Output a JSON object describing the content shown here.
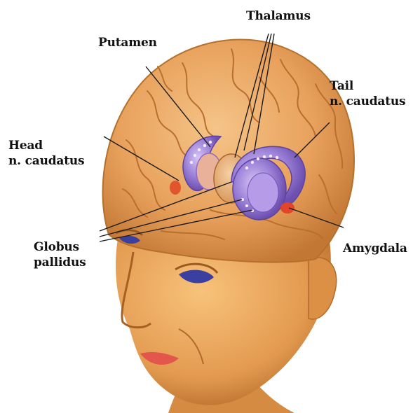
{
  "labels": {
    "thalamus": "Thalamus",
    "putamen": "Putamen",
    "tail": {
      "line1": "Tail",
      "line2": "n. caudatus"
    },
    "head": {
      "line1": "Head",
      "line2": "n. caudatus"
    },
    "globus": {
      "line1": "Globus",
      "line2": "pallidus"
    },
    "amygdala": "Amygdala"
  },
  "colors": {
    "skin": "#e9a15a",
    "brain": "#eaa863",
    "brain_shadow": "#c9803a",
    "gyri_lines": "#b66f2c",
    "caudate_purple": "#8b6cc9",
    "caudate_light": "#c0a6ee",
    "amygdala_red": "#e2452a",
    "leader_lines": "#1a1a1a"
  }
}
